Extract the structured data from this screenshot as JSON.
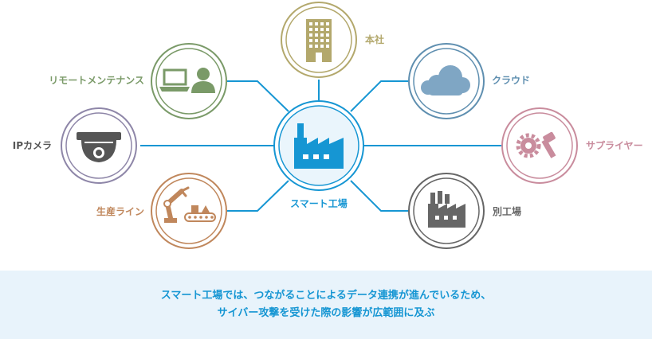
{
  "center": {
    "label": "スマート工場",
    "color": "#1696d3",
    "icon": "factory-icon"
  },
  "nodes": {
    "honsha": {
      "label": "本社",
      "color": "#b3a86c",
      "icon": "office-building-icon"
    },
    "cloud": {
      "label": "クラウド",
      "color": "#5f8fb0",
      "icon": "cloud-icon"
    },
    "supplier": {
      "label": "サプライヤー",
      "color": "#c98c9d",
      "icon": "gear-bolt-icon"
    },
    "other_factory": {
      "label": "別工場",
      "color": "#666666",
      "icon": "factory-icon"
    },
    "production": {
      "label": "生産ライン",
      "color": "#c0875c",
      "icon": "robot-arm-conveyor-icon"
    },
    "camera": {
      "label": "IPカメラ",
      "color": "#555555",
      "icon": "security-camera-icon"
    },
    "remote": {
      "label": "リモートメンテナンス",
      "color": "#7a9a68",
      "icon": "laptop-person-icon"
    }
  },
  "banner": {
    "line1": "スマート工場では、つながることによるデータ連携が進んでいるため、",
    "line2": "サイバー攻撃を受けた際の影響が広範囲に及ぶ"
  }
}
